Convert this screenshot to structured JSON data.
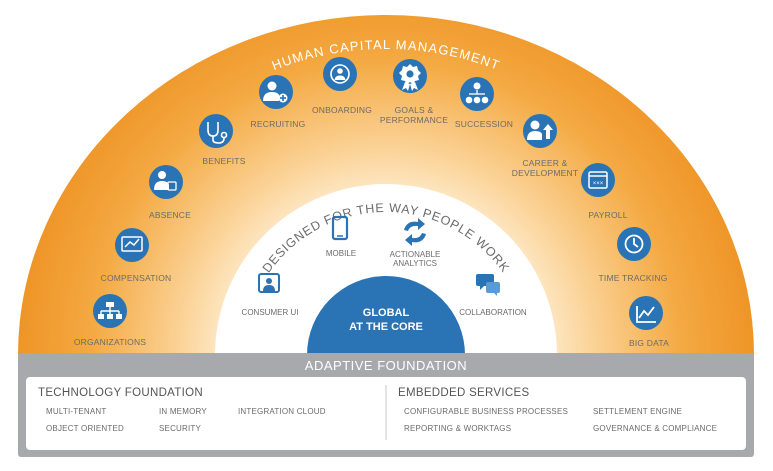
{
  "colors": {
    "orange": "#f3a23c",
    "orange_light": "#fde3b8",
    "blue": "#2a73b5",
    "gray_bar": "#a7a9ac",
    "text_gray": "#6b6b6b"
  },
  "arc_title": "HUMAN CAPITAL MANAGEMENT",
  "inner_title": "DESIGNED FOR THE WAY PEOPLE WORK",
  "core": {
    "line1": "GLOBAL",
    "line2": "AT THE CORE"
  },
  "modules": [
    {
      "id": "organizations",
      "label1": "ORGANIZATIONS",
      "label2": "",
      "icon": "org-chart-icon"
    },
    {
      "id": "compensation",
      "label1": "COMPENSATION",
      "label2": "",
      "icon": "compensation-icon"
    },
    {
      "id": "absence",
      "label1": "ABSENCE",
      "label2": "",
      "icon": "absence-icon"
    },
    {
      "id": "benefits",
      "label1": "BENEFITS",
      "label2": "",
      "icon": "stethoscope-icon"
    },
    {
      "id": "recruiting",
      "label1": "RECRUITING",
      "label2": "",
      "icon": "recruiting-icon"
    },
    {
      "id": "onboarding",
      "label1": "ONBOARDING",
      "label2": "",
      "icon": "onboarding-icon"
    },
    {
      "id": "goals",
      "label1": "GOALS &",
      "label2": "PERFORMANCE",
      "icon": "award-icon"
    },
    {
      "id": "succession",
      "label1": "SUCCESSION",
      "label2": "",
      "icon": "succession-icon"
    },
    {
      "id": "career",
      "label1": "CAREER &",
      "label2": "DEVELOPMENT",
      "icon": "career-icon"
    },
    {
      "id": "payroll",
      "label1": "PAYROLL",
      "label2": "",
      "icon": "calendar-icon"
    },
    {
      "id": "time",
      "label1": "TIME TRACKING",
      "label2": "",
      "icon": "clock-icon"
    },
    {
      "id": "bigdata",
      "label1": "BIG DATA",
      "label2": "",
      "icon": "chart-line-icon"
    }
  ],
  "inner_items": [
    {
      "id": "mobile",
      "label1": "MOBILE",
      "label2": "",
      "icon": "mobile-icon"
    },
    {
      "id": "analytics",
      "label1": "ACTIONABLE",
      "label2": "ANALYTICS",
      "icon": "refresh-arrows-icon"
    },
    {
      "id": "consumer",
      "label1": "CONSUMER UI",
      "label2": "",
      "icon": "consumer-ui-icon"
    },
    {
      "id": "collab",
      "label1": "COLLABORATION",
      "label2": "",
      "icon": "chat-bubbles-icon"
    }
  ],
  "foundation": {
    "title": "ADAPTIVE FOUNDATION",
    "technology": {
      "heading": "TECHNOLOGY FOUNDATION",
      "items": [
        "MULTI-TENANT",
        "OBJECT ORIENTED",
        "IN MEMORY",
        "SECURITY",
        "INTEGRATION CLOUD"
      ]
    },
    "embedded": {
      "heading": "EMBEDDED SERVICES",
      "items": [
        "CONFIGURABLE BUSINESS PROCESSES",
        "REPORTING & WORKTAGS",
        "SETTLEMENT ENGINE",
        "GOVERNANCE & COMPLIANCE"
      ]
    }
  }
}
